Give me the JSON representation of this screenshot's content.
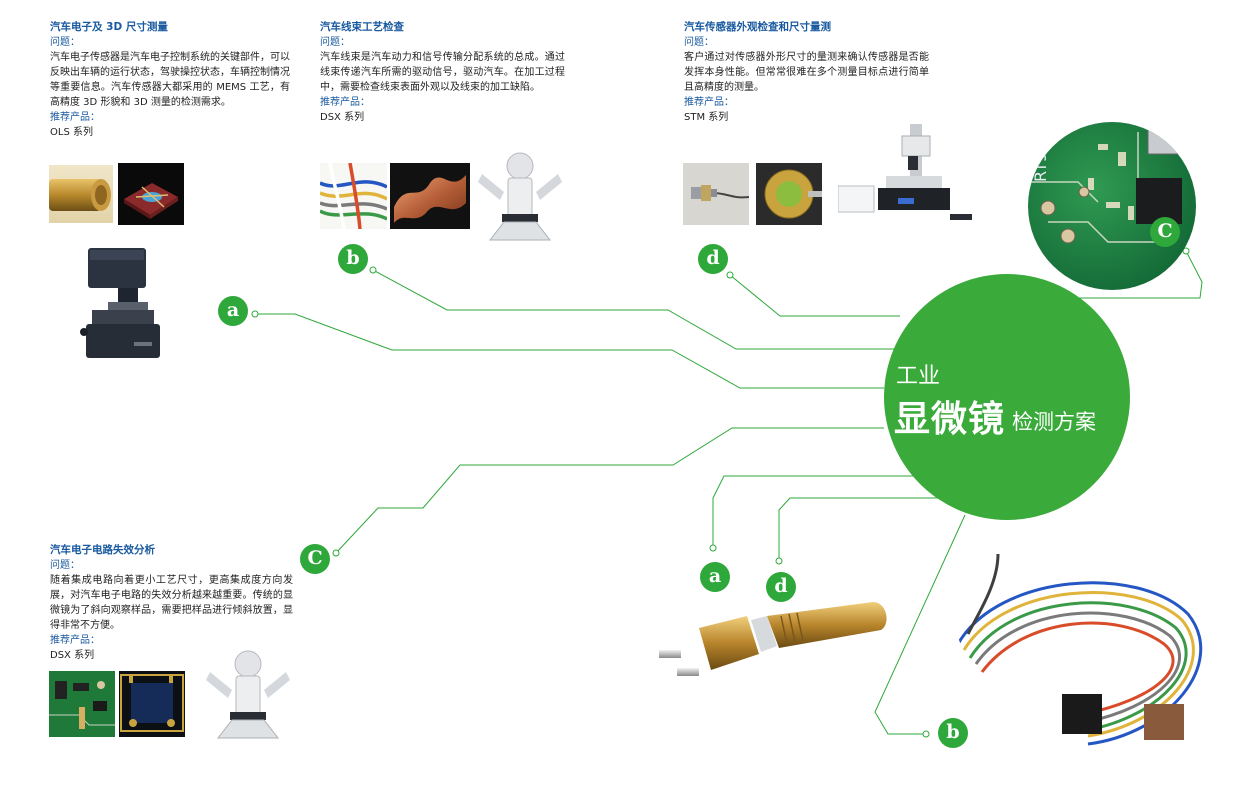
{
  "block_a": {
    "title": "汽车电子及 3D 尺寸测量",
    "problem_label": "问题：",
    "body": "汽车电子传感器是汽车电子控制系统的关键部件，可以反映出车辆的运行状态，驾驶操控状态，车辆控制情况等重要信息。汽车传感器大都采用的 MEMS 工艺，有高精度 3D 形貌和 3D 测量的检测需求。",
    "products_label": "推荐产品：",
    "products": "OLS 系列"
  },
  "block_b": {
    "title": "汽车线束工艺检查",
    "problem_label": "问题：",
    "body": "汽车线束是汽车动力和信号传输分配系统的总成。通过线束传递汽车所需的驱动信号，驱动汽车。在加工过程中，需要检查线束表面外观以及线束的加工缺陷。",
    "products_label": "推荐产品：",
    "products": "DSX 系列"
  },
  "block_d": {
    "title": "汽车传感器外观检查和尺寸量测",
    "problem_label": "问题：",
    "body": "客户通过对传感器外形尺寸的量测来确认传感器是否能发挥本身性能。但常常很难在多个测量目标点进行简单且高精度的测量。",
    "products_label": "推荐产品：",
    "products": "STM 系列"
  },
  "block_c": {
    "title": "汽车电子电路失效分析",
    "problem_label": "问题：",
    "body": "随着集成电路向着更小工艺尺寸，更高集成度方向发展，对汽车电子电路的失效分析越来越重要。传统的显微镜为了斜向观察样品，需要把样品进行倾斜放置，显得非常不方便。",
    "products_label": "推荐产品：",
    "products": "DSX 系列"
  },
  "hub": {
    "line1": "工业",
    "line2": "显微镜",
    "line3": "检测方案"
  },
  "badges": {
    "a": "a",
    "b": "b",
    "c": "C",
    "d": "d"
  },
  "colors": {
    "accent_green": "#3aab3a",
    "badge_green": "#2ea83a",
    "title_blue": "#1a5aa0"
  }
}
